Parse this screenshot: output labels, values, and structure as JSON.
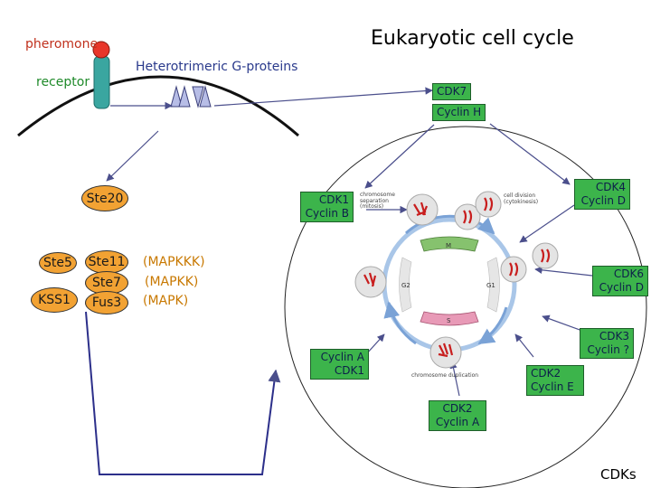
{
  "title": "Eukaryotic cell cycle",
  "labels": {
    "pheromone": "pheromone",
    "receptor": "receptor",
    "g_proteins": "Heterotrimeric G-proteins",
    "cdks": "CDKs"
  },
  "pathway": {
    "ste20": "Ste20",
    "ste5": "Ste5",
    "kss1": "KSS1",
    "ste11": "Ste11",
    "ste7": "Ste7",
    "fus3": "Fus3",
    "mapkkk": "(MAPKKK)",
    "mapkk": "(MAPKK)",
    "mapk": "(MAPK)"
  },
  "complexes": {
    "cdk7": "CDK7",
    "cyclin_h": "Cyclin H",
    "cdk1_kinase": "CDK1",
    "cyclin_b": "Cyclin B",
    "cdk4_kinase": "CDK4",
    "cyclin_d_1": "Cyclin D",
    "cdk6_kinase": "CDK6",
    "cyclin_d_2": "Cyclin D",
    "cdk3_kinase": "CDK3",
    "cyclin_q": "Cyclin ?",
    "cyclin_a_1": "Cyclin A",
    "cdk1_second": "CDK1",
    "cdk2_kinase_1": "CDK2",
    "cyclin_e": "Cyclin E",
    "cdk2_kinase_2": "CDK2",
    "cyclin_a_2": "Cyclin A"
  },
  "cycle": {
    "m": "M",
    "g1": "G1",
    "s": "S",
    "g2": "G2",
    "chromosome_separation": "chromosome\nseparation\n(mitosis)",
    "cell_division": "cell division\n(cytokinesis)",
    "chromosome_duplication": "chromosome duplication"
  },
  "colors": {
    "complex_fill": "#3cb44b",
    "oval_fill": "#f2a233",
    "pheromone_dot": "#e8362a",
    "receptor": "#3aa6a0",
    "arrows": "#4b4f8c",
    "membrane": "#111111",
    "cycle_ring": "#a9c6e8",
    "chromosome": "#c81e1e"
  }
}
